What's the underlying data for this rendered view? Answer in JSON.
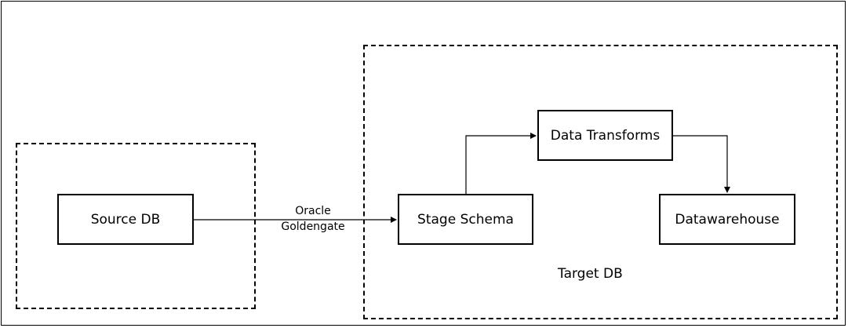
{
  "diagram": {
    "nodes": {
      "source_db": "Source DB",
      "stage_schema": "Stage Schema",
      "data_transforms": "Data Transforms",
      "datawarehouse": "Datawarehouse"
    },
    "regions": {
      "target_db": "Target DB"
    },
    "edges": {
      "replication": {
        "line1": "Oracle",
        "line2": "Goldengate"
      }
    }
  }
}
